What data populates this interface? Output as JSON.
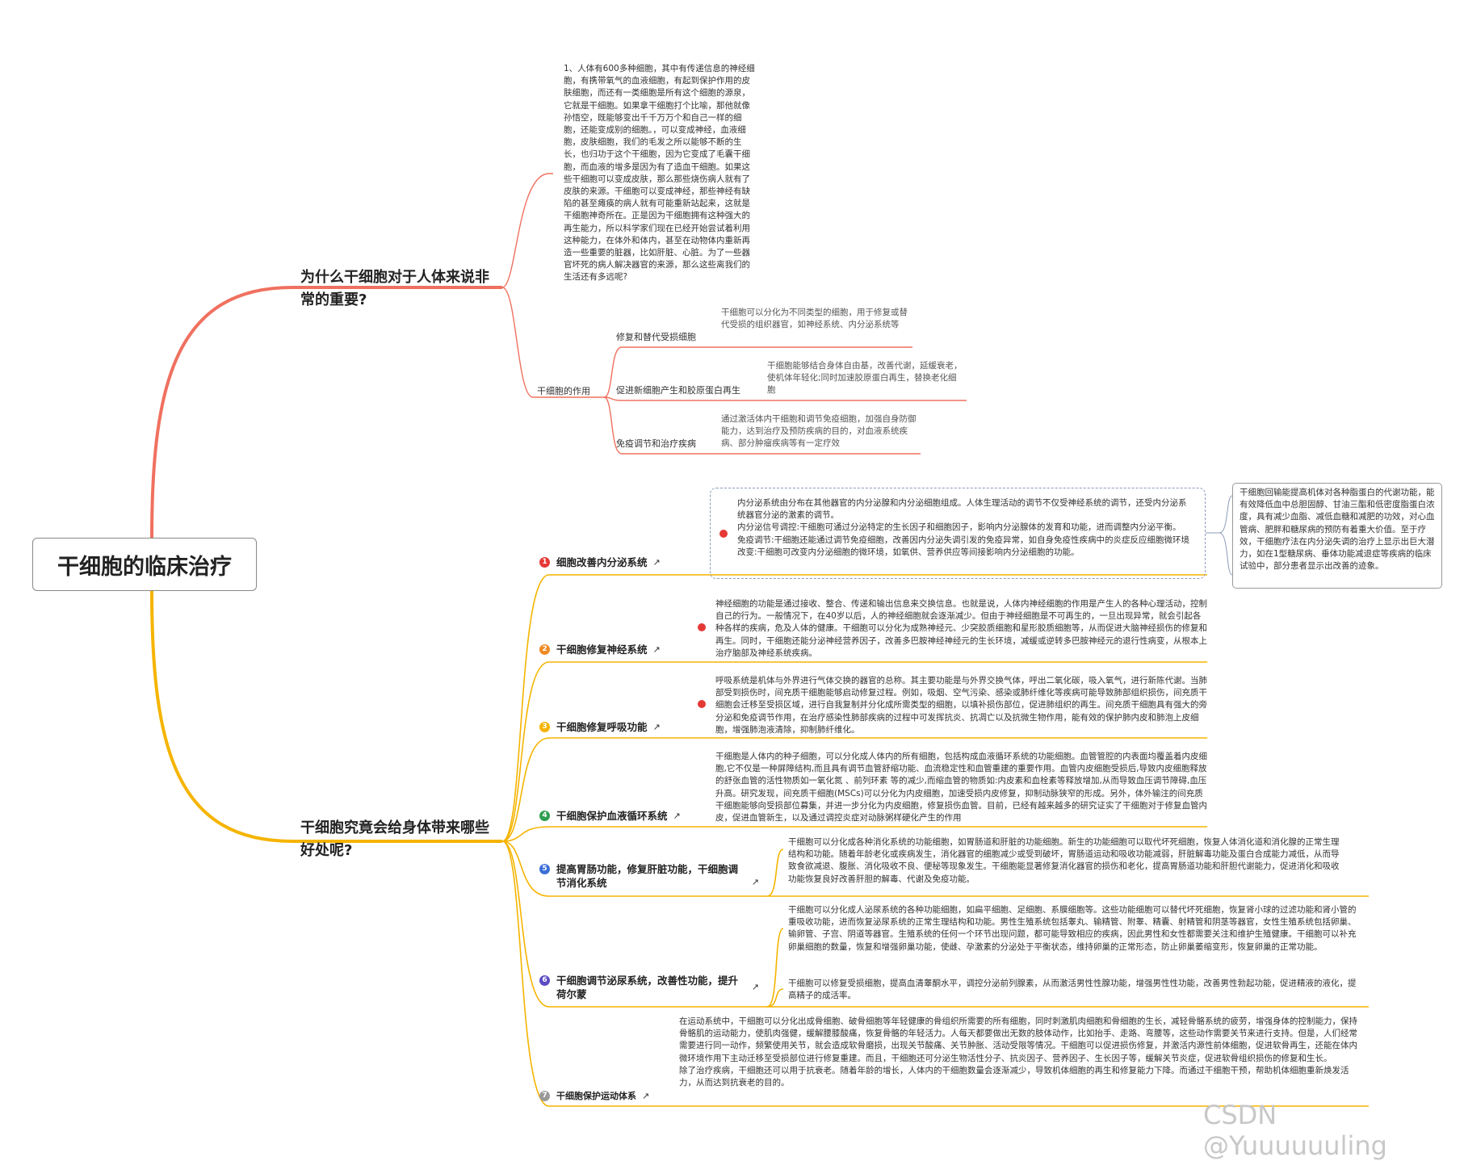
{
  "title": "干细胞的临床治疗",
  "colors": {
    "branch1": "#f0705f",
    "branch2": "#f5b400",
    "dot": "#e53935"
  },
  "branch1": {
    "topic": "为什么干细胞对于人体来说非常的重要?",
    "intro": "1、人体有600多种细胞，其中有传递信息的神经细胞，有携带氧气的血液细胞，有起到保护作用的皮肤细胞，而还有一类细胞是所有这个细胞的源泉，它就是干细胞。如果拿干细胞打个比喻，那他就像孙悟空，既能够变出千千万万个和自己一样的细胞，还能变成别的细胞。，可以变成神经，血液细胞，皮肤细胞，我们的毛发之所以能够不断的生长，也归功于这个干细胞，因为它变成了毛囊干细胞，而血液的增多是因为有了造血干细胞。如果这些干细胞可以变成皮肤，那么那些烧伤病人就有了皮肤的来源。干细胞可以变成神经，那些神经有缺陷的甚至瘫痪的病人就有可能重新站起来，这就是干细胞神奇所在。正是因为干细胞拥有这种强大的再生能力，所以科学家们现在已经开始尝试着利用这种能力，在体外和体内，甚至在动物体内重新再造一些重要的脏器，比如肝脏、心脏。为了一些器官坏死的病人解决器官的来源，那么这些离我们的生活还有多远呢?",
    "role_label": "干细胞的作用",
    "roles": [
      {
        "label": "修复和替代受损细胞",
        "text": "干细胞可以分化为不同类型的细胞，用于修复或替代受损的组织器官，如神经系统、内分泌系统等"
      },
      {
        "label": "促进新细胞产生和胶原蛋白再生",
        "text": "干细胞能够结合身体自由基，改善代谢，延缓衰老，使机体年轻化;同时加速胶原蛋白再生，替换老化细胞"
      },
      {
        "label": "免疫调节和治疗疾病",
        "text": "通过激活体内干细胞和调节免疫细胞，加强自身防御能力，达到治疗及预防疾病的目的，对血液系统疾病、部分肿瘤疾病等有一定疗效"
      }
    ]
  },
  "branch2": {
    "topic": "干细胞究竟会给身体带来哪些好处呢?",
    "items": [
      {
        "num": "1",
        "label": "细胞改善内分泌系统",
        "text": "内分泌系统由分布在其他器官的内分泌腺和内分泌细胞组成。人体生理活动的调节不仅受神经系统的调节，还受内分泌系统器官分泌的激素的调节。\n内分泌信号调控:干细胞可通过分泌特定的生长因子和细胞因子，影响内分泌腺体的发育和功能，进而调整内分泌平衡。\n免疫调节:干细胞还能通过调节免疫细胞，改善因内分泌失调引发的免疫异常，如自身免疫性疾病中的炎症反应细胞微环境改变:干细胞可改变内分泌细胞的微环境，如氧供、营养供应等间接影响内分泌细胞的功能。",
        "note": "干细胞回输能提高机体对各种脂蛋白的代谢功能，能有效降低血中总胆固醇、甘油三酯和低密度脂蛋白浓度，具有减少血脂、减低血糖和减肥的功效，对心血管病、肥胖和糖尿病的预防有着重大价值。至于疗效，干细胞疗法在内分泌失调的治疗上显示出巨大潜力，如在1型糖尿病、垂体功能减退症等疾病的临床试验中，部分患者显示出改善的迹象。"
      },
      {
        "num": "2",
        "label": "干细胞修复神经系统",
        "text": "神经细胞的功能是通过接收、整合、传递和输出信息来交换信息。也就是说，人体内神经细胞的作用是产生人的各种心理活动，控制自己的行为。一般情况下，在40岁以后，人的神经细胞就会逐渐减少。但由于神经细胞是不可再生的，一旦出现异常，就会引起各种各样的疾病，危及人体的健康。干细胞可以分化为成熟神经元、少突胶质细胞和星形胶质细胞等，从而促进大脑神经损伤的修复和再生。同时，干细胞还能分泌神经营养因子，改善多巴胺神经神经元的生长环境，减缓或逆转多巴胺神经元的退行性病变，从根本上治疗脑部及神经系统疾病。"
      },
      {
        "num": "3",
        "label": "干细胞修复呼吸功能",
        "text": "呼吸系统是机体与外界进行气体交换的器官的总称。其主要功能是与外界交换气体，呼出二氧化碳，吸入氧气，进行新陈代谢。当肺部受到损伤时，间充质干细胞能够启动修复过程。例如，吸烟、空气污染、感染或肺纤维化等疾病可能导致肺部组织损伤，间充质干细胞会迁移至受损区域，进行自我复制并分化成所需类型的细胞，以填补损伤部位，促进肺组织的再生。间充质干细胞具有强大的旁分泌和免疫调节作用，在治疗感染性肺部疾病的过程中可发挥抗炎、抗凋亡以及抗微生物作用，能有效的保护肺内皮和肺泡上皮细胞，增强肺泡液清除，抑制肺纤维化。"
      },
      {
        "num": "4",
        "label": "干细胞保护血液循环系统",
        "text": "干细胞是人体内的种子细胞，可以分化成人体内的所有细胞，包括构成血液循环系统的功能细胞。血管管腔的内表面均覆盖着内皮细胞,它不仅是一种屏障结构,而且具有调节血管舒缩功能、血流稳定性和血管重建的重要作用。血管内皮细胞受损后,导致内皮细胞释放的舒张血管的活性物质如一氧化氮 、前列环素 等的减少,而缩血管的物质如:内皮素和血栓素等释放增加,从而导致血压调节障碍,血压升高。研究发现，间充质干细胞(MSCs)可以分化为内皮细胞，加速受损内皮修复，抑制动脉狭窄的形成。另外，体外输注的间充质干细胞能够向受损部位募集，并进一步分化为内皮细胞，修复损伤血管。目前，已经有越来越多的研究证实了干细胞对于修复血管内皮，促进血管新生，以及通过调控炎症对动脉粥样硬化产生的作用"
      },
      {
        "num": "5",
        "label": "提高胃肠功能，修复肝脏功能，干细胞调节消化系统",
        "text": "干细胞可以分化成各种消化系统的功能细胞，如胃肠道和肝脏的功能细胞。新生的功能细胞可以取代坏死细胞，恢复人体消化道和消化腺的正常生理结构和功能。随着年龄老化或疾病发生，消化器官的细胞减少或受到破坏，胃肠道运动和吸收功能减弱，肝脏解毒功能及蛋白合成能力减低，从而导致食欲减退、腹胀、消化吸收不良、便秘等现象发生。干细胞能显著修复消化器官的损伤和老化，提高胃肠道功能和肝胆代谢能力，促进消化和吸收功能恢复良好改善肝胆的解毒、代谢及免疫功能。"
      },
      {
        "num": "6",
        "label": "干细胞调节泌尿系统，改善性功能，提升荷尔蒙",
        "text": "干细胞可以分化成人泌尿系统的各种功能细胞，如扁平细胞、足细胞、系膜细胞等。这些功能细胞可以替代坏死细胞，恢复肾小球的过滤功能和肾小管的重吸收功能，进而恢复泌尿系统的正常生理结构和功能。男性生殖系统包括睾丸、输精管、附睾、精囊、射精管和阴茎等器官，女性生殖系统包括卵巢、输卵管、子宫、阴道等器官。生殖系统的任何一个环节出现问题，都可能导致相应的疾病，因此男性和女性都需要关注和维护生殖健康。干细胞可以补充卵巢细胞的数量，恢复和增强卵巢功能，使雌、孕激素的分泌处于平衡状态，维持卵巢的正常形态，防止卵巢萎缩变形，恢复卵巢的正常功能。",
        "text2": "干细胞可以修复受损细胞，提高血清睾酮水平，调控分泌前列腺素，从而激活男性性腺功能，增强男性性功能，改善男性勃起功能，促进精液的液化，提高精子的成活率。"
      },
      {
        "num": "7",
        "label": "干细胞保护运动体系",
        "text": "在运动系统中，干细胞可以分化出成骨细胞、破骨细胞等年轻健康的骨组织所需要的所有细胞，同时刺激肌肉细胞和骨细胞的生长，减轻骨骼系统的疲劳，增强身体的控制能力，保持骨骼肌的运动能力，使肌肉强健，缓解腰膝酸痛，恢复骨骼的年轻活力。人每天都要做出无数的肢体动作，比如抬手、走路、弯腰等，这些动作需要关节来进行支持。但是，人们经常需要进行同一动作，频繁使用关节，就会造成软骨磨损，出现关节酸痛、关节肿胀、活动受限等情况。干细胞可以促进损伤修复，并激活内源性前体细胞，促进软骨再生，还能在体内微环境作用下主动迁移至受损部位进行修复重建。而且，干细胞还可分泌生物活性分子、抗炎因子、营养因子、生长因子等，缓解关节炎症，促进软骨组织损伤的修复和生长。\n除了治疗疾病，干细胞还可以用于抗衰老。随着年龄的增长，人体内的干细胞数量会逐渐减少，导致机体细胞的再生和修复能力下降。而通过干细胞干预，帮助机体细胞重新焕发活力，从而达到抗衰老的目的。"
      }
    ]
  },
  "watermark": "CSDN @Yuuuuuuling"
}
